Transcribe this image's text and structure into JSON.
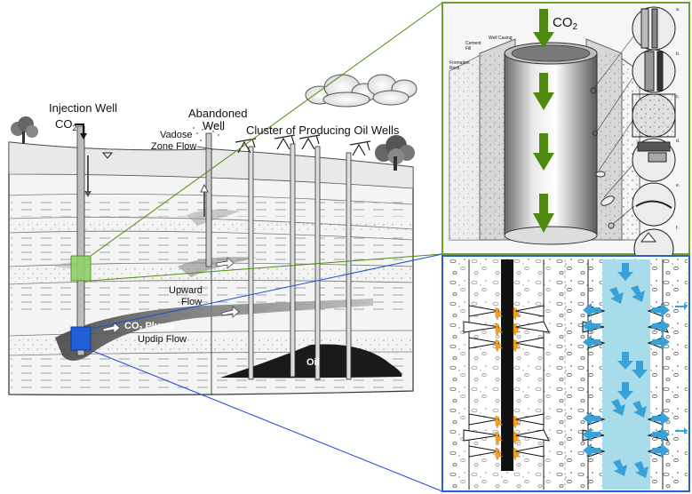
{
  "labels": {
    "injection_well": "Injection Well",
    "co2_injection": "CO",
    "co2_injection_sub": "2",
    "abandoned_well_1": "Abandoned",
    "abandoned_well_2": "Well",
    "vadose_1": "Vadose",
    "vadose_2": "Zone Flow",
    "cluster": "Cluster of Producing Oil Wells",
    "upward_1": "Upward",
    "upward_2": "Flow",
    "co2_plume": "CO",
    "co2_plume_sub": "2",
    "co2_plume_rest": " Plume",
    "updip": "Updip Flow",
    "oil": "Oil",
    "casing_co2": "CO",
    "casing_co2_sub": "2",
    "well_casing": "Well Casing",
    "cement_1": "Cement",
    "cement_2": "Fill",
    "formation_1": "Formation",
    "formation_2": "Rock",
    "detail_a": "a.",
    "detail_b": "b.",
    "detail_c": "c.",
    "detail_d": "d.",
    "detail_e": "e.",
    "detail_f": "f."
  },
  "colors": {
    "green_arrow": "#4f8a10",
    "green_box": "#8fd16a",
    "blue_box": "#1f5fd6",
    "zoom_green_line": "#4f8a10",
    "zoom_blue_line": "#1f4fd0",
    "fracture_fluid": "#a9dcea",
    "flow_arrow": "#3aa0d8",
    "spark": "#f3a51a"
  }
}
